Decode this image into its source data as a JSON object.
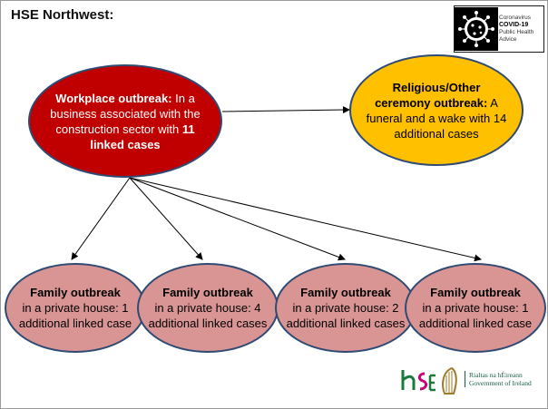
{
  "header": {
    "title": "HSE Northwest:"
  },
  "badge": {
    "line1": "Coronavirus",
    "line2": "COVID-19",
    "line3": "Public Health",
    "line4": "Advice"
  },
  "nodes": {
    "main": {
      "lead": "Workplace outbreak:",
      "text_a": " In a business associated with the construction sector with ",
      "bold_count": "11 linked cases"
    },
    "religious": {
      "lead": "Religious/Other ceremony outbreak:",
      "text": " A funeral and a wake with 14 additional cases"
    },
    "family": [
      {
        "lead": "Family outbreak",
        "text": "in a private house: 1 additional linked case"
      },
      {
        "lead": "Family outbreak",
        "text": "in a private house: 4 additional linked cases"
      },
      {
        "lead": "Family outbreak",
        "text": "in a private house: 2 additional linked cases"
      },
      {
        "lead": "Family outbreak",
        "text": "in a private house: 1 additional linked case"
      }
    ]
  },
  "footer": {
    "gov_line1": "Rialtas na hÉireann",
    "gov_line2": "Government of Ireland"
  },
  "colors": {
    "main_fill": "#c00000",
    "religious_fill": "#ffc000",
    "family_fill": "#d99594",
    "outline": "#2f4a73",
    "hse_green": "#1a7a3a",
    "hse_magenta": "#c8007a"
  }
}
